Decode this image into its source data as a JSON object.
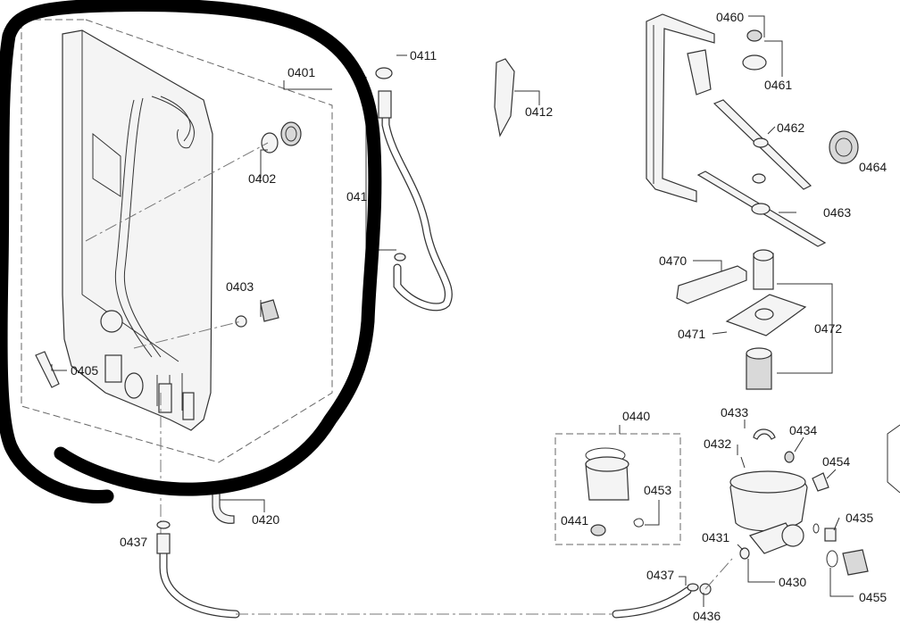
{
  "labels": {
    "p0401": "0401",
    "p0402": "0402",
    "p0403": "0403",
    "p0405": "0405",
    "p041": "041",
    "p0411": "0411",
    "p0412": "0412",
    "p0420": "0420",
    "p0437a": "0437",
    "p0437b": "0437",
    "p0436": "0436",
    "p0460": "0460",
    "p0461": "0461",
    "p0462": "0462",
    "p0463": "0463",
    "p0464": "0464",
    "p0470": "0470",
    "p0471": "0471",
    "p0472": "0472",
    "p0440": "0440",
    "p0441": "0441",
    "p0453": "0453",
    "p0432": "0432",
    "p0433": "0433",
    "p0434": "0434",
    "p0454": "0454",
    "p0435": "0435",
    "p0431": "0431",
    "p0430": "0430",
    "p0455": "0455"
  },
  "colors": {
    "line": "#333333",
    "marker": "#000000",
    "background": "#ffffff"
  }
}
